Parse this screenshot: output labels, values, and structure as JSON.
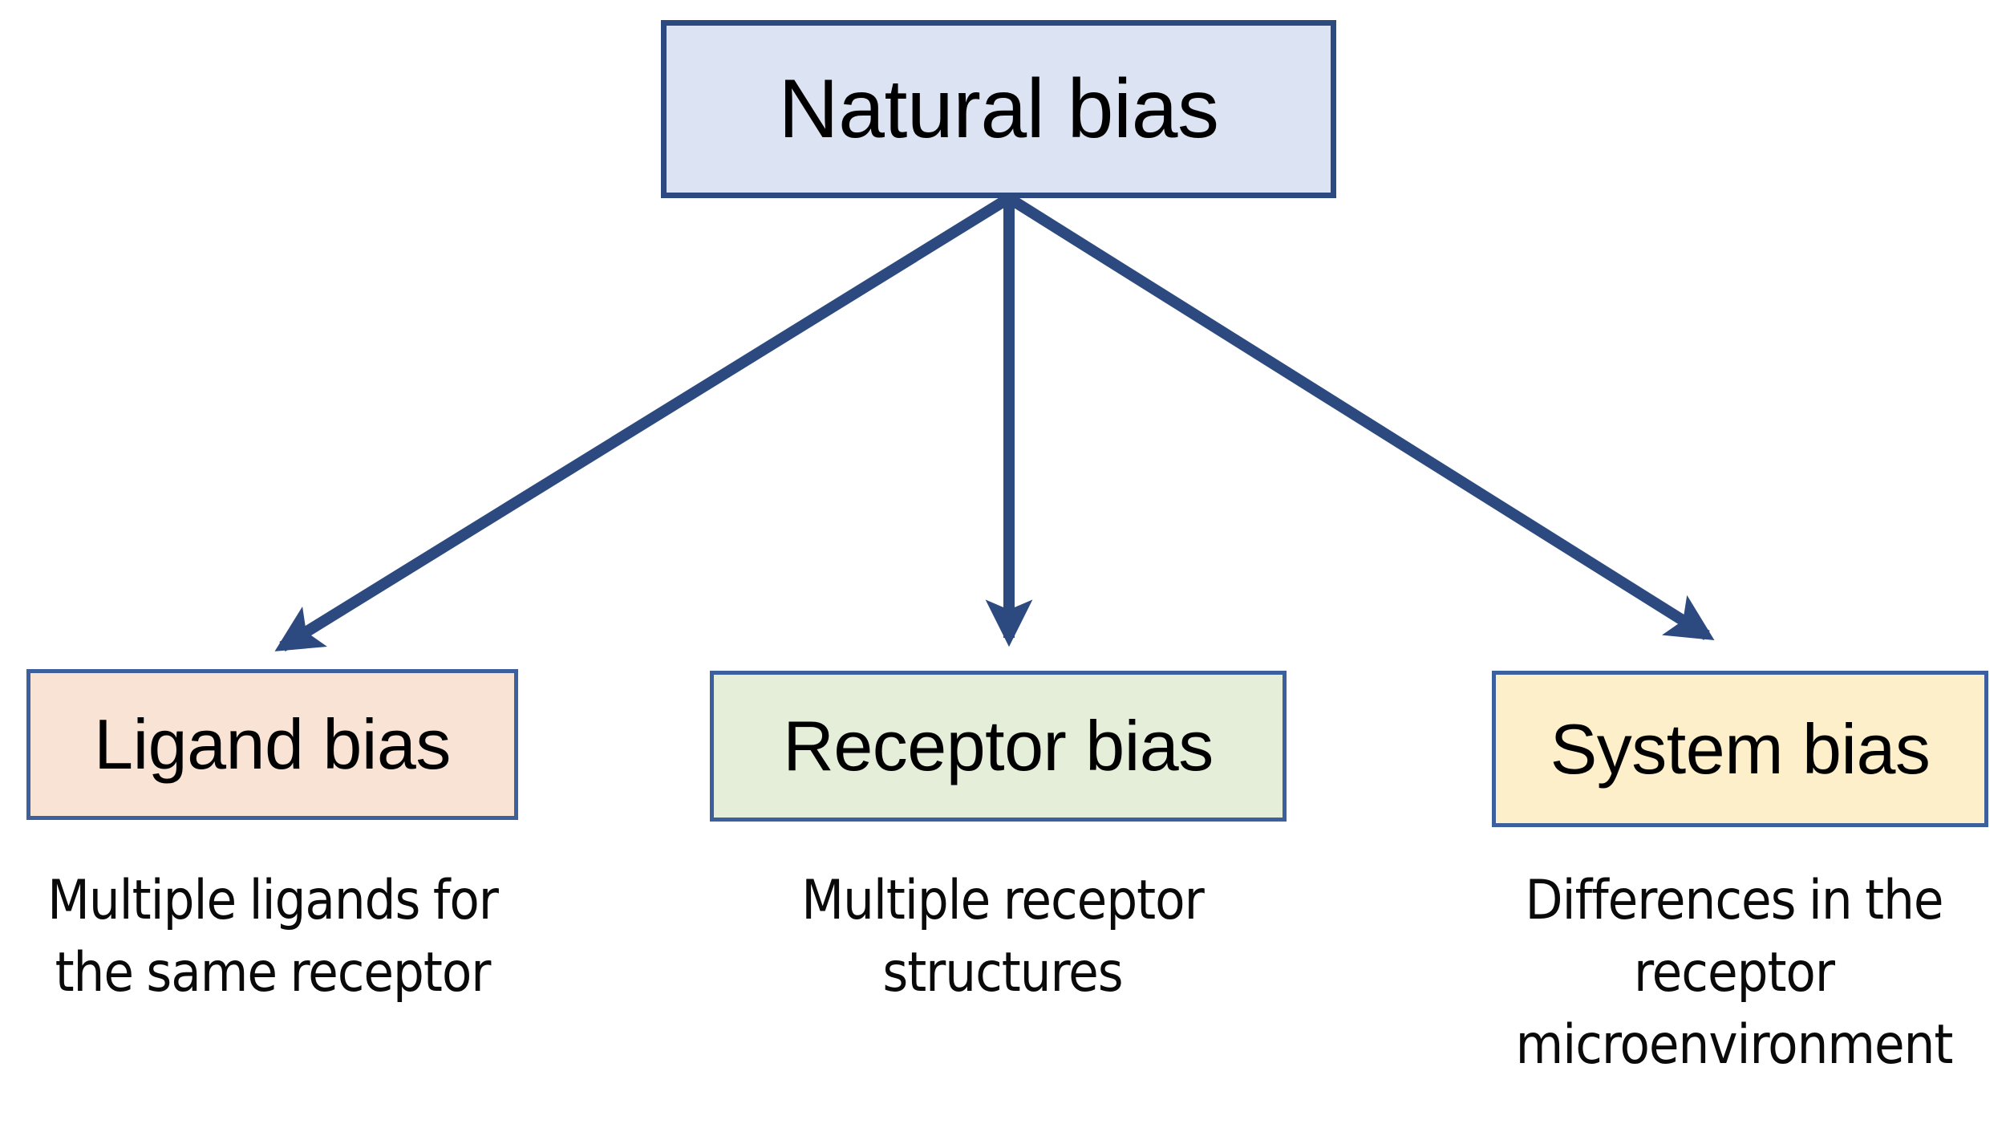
{
  "diagram": {
    "title_node": {
      "id": "natural-bias",
      "label": "Natural bias",
      "fill": "#dce3f2",
      "border": "#2c4a80"
    },
    "branches": [
      {
        "id": "ligand-bias",
        "label": "Ligand bias",
        "caption": "Multiple ligands for the same receptor",
        "fill": "#f9e3d5",
        "border": "#3c5f9e"
      },
      {
        "id": "receptor-bias",
        "label": "Receptor bias",
        "caption": "Multiple receptor structures",
        "fill": "#e4eed9",
        "border": "#3c5f9e"
      },
      {
        "id": "system-bias",
        "label": "System bias",
        "caption": "Differences in the receptor microenvironment",
        "fill": "#fcefc9",
        "border": "#3c5f9e"
      }
    ],
    "connectors": {
      "color": "#2c4a80",
      "style": "solid-arrow",
      "count": 3,
      "origin": "bottom-center-of-natural-bias"
    },
    "background": "#ffffff"
  }
}
